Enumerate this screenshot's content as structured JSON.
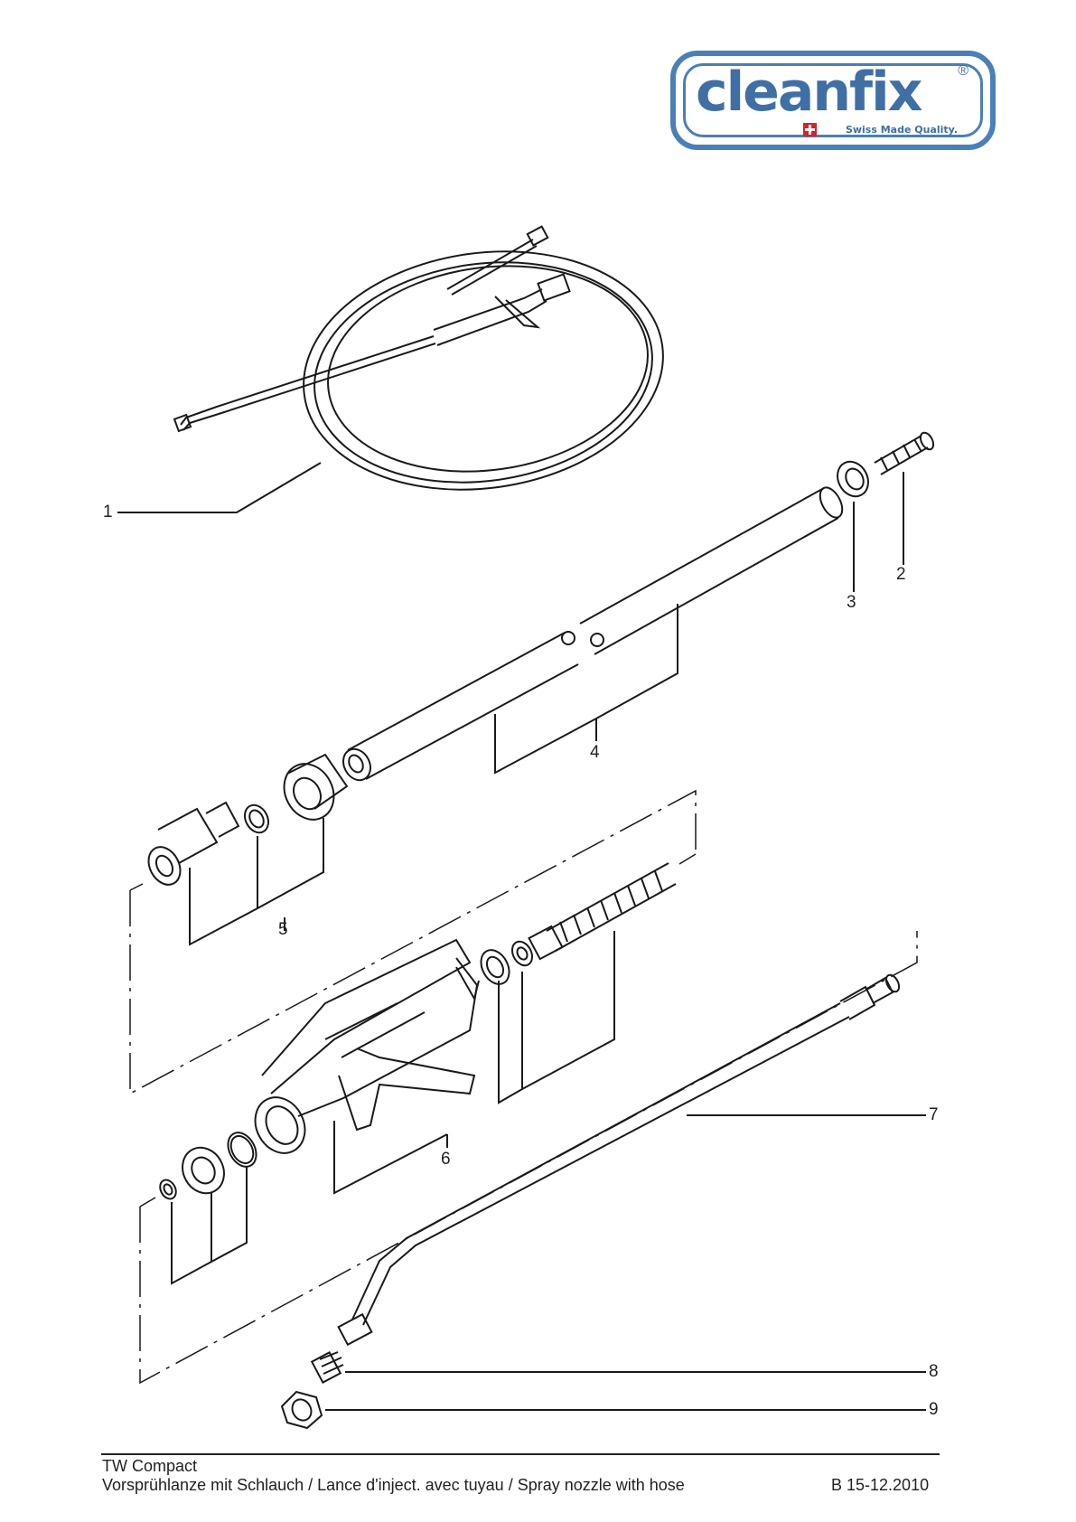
{
  "logo": {
    "wordmark": "cleanfix",
    "registered": "®",
    "tagline": "Swiss Made Quality."
  },
  "callouts": [
    {
      "id": "1",
      "label": "1"
    },
    {
      "id": "2",
      "label": "2"
    },
    {
      "id": "3",
      "label": "3"
    },
    {
      "id": "4",
      "label": "4"
    },
    {
      "id": "5",
      "label": "5"
    },
    {
      "id": "6",
      "label": "6"
    },
    {
      "id": "7",
      "label": "7"
    },
    {
      "id": "8",
      "label": "8"
    },
    {
      "id": "9",
      "label": "9"
    }
  ],
  "footer": {
    "product": "TW Compact",
    "description": "Vorsprühlanze mit Schlauch / Lance d'inject. avec tuyau / Spray nozzle with hose",
    "doc_code": "B 15-12.2010"
  },
  "colors": {
    "line": "#1a1a1a",
    "brand": "#3f6fa5",
    "swiss_red": "#d6202a"
  }
}
